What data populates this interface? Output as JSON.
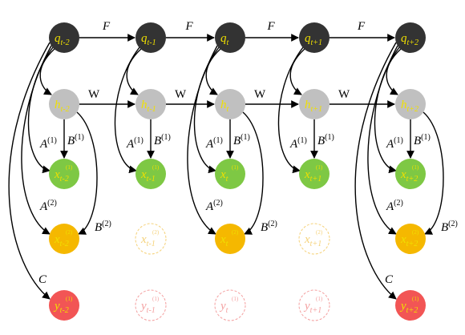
{
  "colors": {
    "q": "#333333",
    "h": "#c0c0c0",
    "x1": "#7ec844",
    "x2": "#f5b800",
    "y": "#f25555",
    "label": "#f0e000",
    "dashed_x2": "#f5d27a",
    "dashed_y": "#f4a0a0",
    "edge": "#000000"
  },
  "columns": [
    {
      "sub": "t-2",
      "x2_dashed": false,
      "y_dashed": false
    },
    {
      "sub": "t-1",
      "x2_dashed": true,
      "y_dashed": true
    },
    {
      "sub": "t",
      "x2_dashed": false,
      "y_dashed": true
    },
    {
      "sub": "t+1",
      "x2_dashed": true,
      "y_dashed": true
    },
    {
      "sub": "t+2",
      "x2_dashed": false,
      "y_dashed": false
    }
  ],
  "node_letters": {
    "q": "q",
    "h": "h",
    "x": "x",
    "y": "y"
  },
  "node_superscripts": {
    "x1": "(1)",
    "x2": "(2)",
    "y": "(1)"
  },
  "edge_labels": {
    "F": "F",
    "W": "W",
    "A": "A",
    "B": "B",
    "C": "C",
    "sup1": "(1)",
    "sup2": "(2)"
  }
}
